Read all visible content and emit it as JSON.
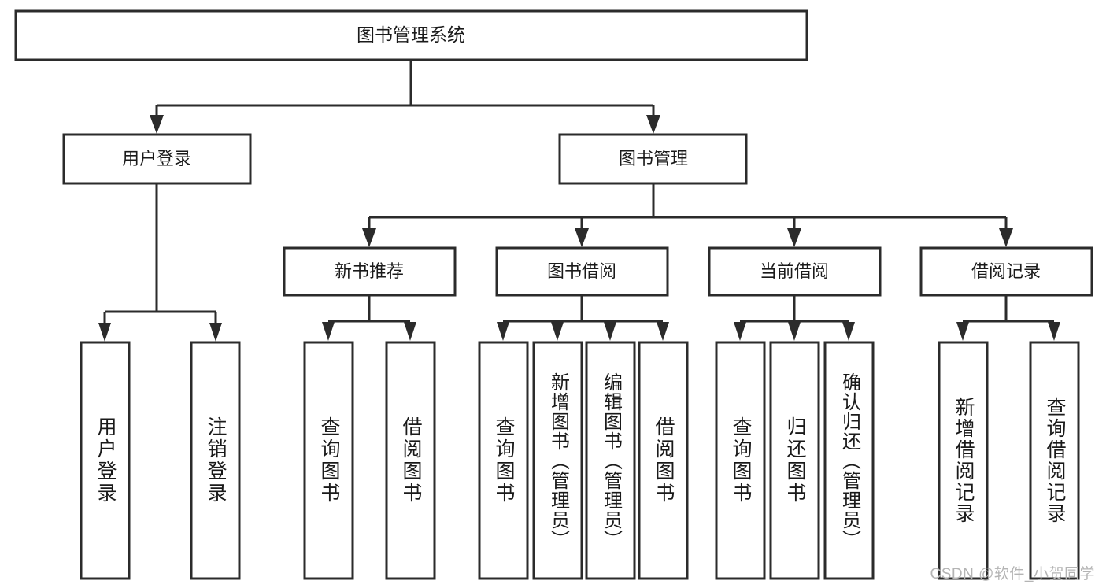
{
  "diagram": {
    "title": "图书管理系统",
    "type": "hierarchy-tree",
    "watermark": "CSDN @软件_小贺同学",
    "colors": {
      "box_stroke": "#2b2b2b",
      "box_fill": "#ffffff",
      "text": "#1a1a1a",
      "background": "#ffffff",
      "watermark": "#b4b4b4"
    },
    "root": {
      "id": "root",
      "label": "图书管理系统"
    },
    "level2": [
      {
        "id": "user-login",
        "label": "用户登录"
      },
      {
        "id": "book-management",
        "label": "图书管理"
      }
    ],
    "level3": [
      {
        "id": "new-book-recommend",
        "label": "新书推荐",
        "parent": "book-management"
      },
      {
        "id": "book-borrow",
        "label": "图书借阅",
        "parent": "book-management"
      },
      {
        "id": "current-borrow",
        "label": "当前借阅",
        "parent": "book-management"
      },
      {
        "id": "borrow-record",
        "label": "借阅记录",
        "parent": "book-management"
      }
    ],
    "leaves": [
      {
        "id": "leaf-user-login",
        "label": "用户登录",
        "parent": "user-login"
      },
      {
        "id": "leaf-logout-login",
        "label": "注销登录",
        "parent": "user-login"
      },
      {
        "id": "leaf-query-book-1",
        "label": "查询图书",
        "parent": "new-book-recommend"
      },
      {
        "id": "leaf-borrow-book-1",
        "label": "借阅图书",
        "parent": "new-book-recommend"
      },
      {
        "id": "leaf-query-book-2",
        "label": "查询图书",
        "parent": "book-borrow"
      },
      {
        "id": "leaf-add-book",
        "label": "新增图书（管理员）",
        "parent": "book-borrow"
      },
      {
        "id": "leaf-edit-book",
        "label": "编辑图书（管理员）",
        "parent": "book-borrow"
      },
      {
        "id": "leaf-borrow-book-2",
        "label": "借阅图书",
        "parent": "book-borrow"
      },
      {
        "id": "leaf-query-book-3",
        "label": "查询图书",
        "parent": "current-borrow"
      },
      {
        "id": "leaf-return-book",
        "label": "归还图书",
        "parent": "current-borrow"
      },
      {
        "id": "leaf-confirm-return",
        "label": "确认归还（管理员）",
        "parent": "current-borrow"
      },
      {
        "id": "leaf-add-record",
        "label": "新增借阅记录",
        "parent": "borrow-record"
      },
      {
        "id": "leaf-query-record",
        "label": "查询借阅记录",
        "parent": "borrow-record"
      }
    ]
  }
}
